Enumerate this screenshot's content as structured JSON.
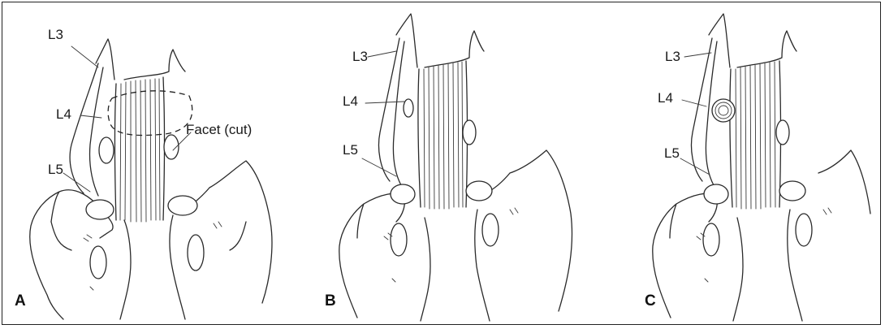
{
  "panels": [
    {
      "letter": "A",
      "labels": {
        "l3": "L3",
        "l4": "L4",
        "l5": "L5",
        "facet": "Facet (cut)"
      }
    },
    {
      "letter": "B",
      "labels": {
        "l3": "L3",
        "l4": "L4",
        "l5": "L5"
      }
    },
    {
      "letter": "C",
      "labels": {
        "l3": "L3",
        "l4": "L4",
        "l5": "L5"
      }
    }
  ]
}
